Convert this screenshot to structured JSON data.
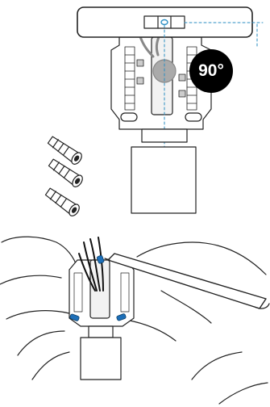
{
  "figure": {
    "angle_badge": {
      "text": "90°",
      "color": "#000000",
      "text_color": "#ffffff"
    },
    "marker_color": "#1d6fb8",
    "line_color": "#2a8dc2",
    "stroke_color": "#222222",
    "panels": [
      {
        "name": "level-placement",
        "icons": [
          "bubble-level-icon",
          "wall-plate-icon",
          "guide-line-icon"
        ]
      },
      {
        "name": "wall-anchors",
        "icons": [
          "wall-anchor-icon",
          "wall-anchor-icon",
          "wall-anchor-icon"
        ]
      },
      {
        "name": "mark-holes",
        "icons": [
          "hand-icon",
          "pencil-icon",
          "wires-icon",
          "hole-marker-icon"
        ]
      }
    ]
  }
}
